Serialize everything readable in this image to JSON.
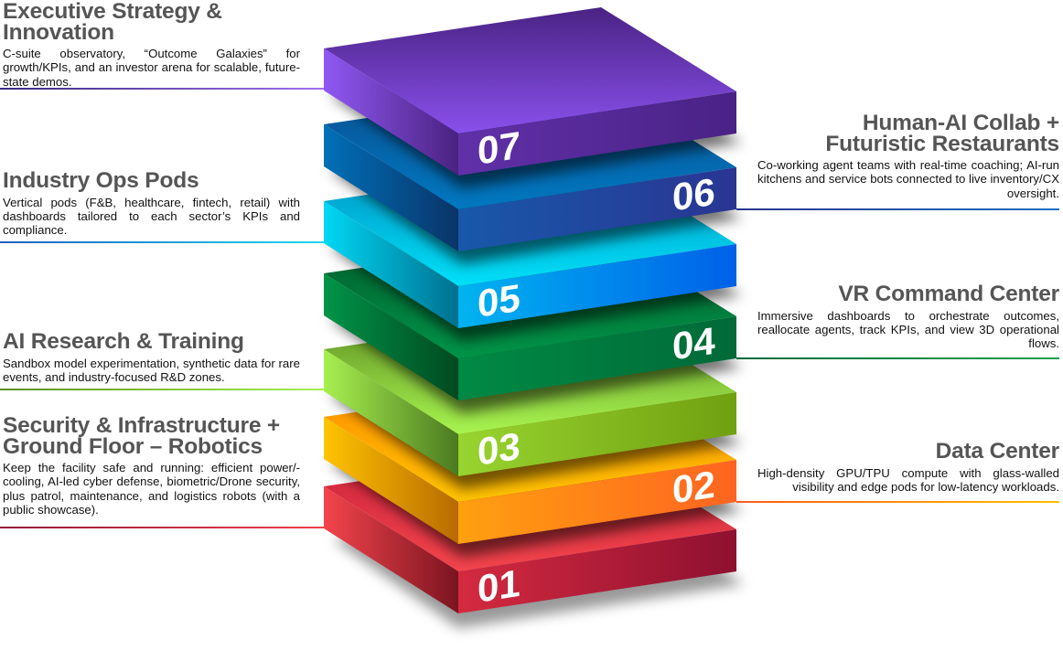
{
  "layers": [
    {
      "number": "01",
      "title": "Security & Infrastructure + Ground Floor – Robotics",
      "description": "Keep the facility safe and running: efficient power/-cooling, AI-led cyber defense, biometric/Drone security, plus patrol, maintenance, and logistics robots (with a public showcase).",
      "color": "#e8323f"
    },
    {
      "number": "02",
      "title": "Data Center",
      "description": "High-density GPU/TPU compute with glass-walled visibility and edge pods for low-latency workloads.",
      "color": "#ff8a10"
    },
    {
      "number": "03",
      "title": "AI Research & Training",
      "description": "Sandbox model experimentation, synthetic data for rare events, and industry-focused R&D zones.",
      "color": "#8cd030"
    },
    {
      "number": "04",
      "title": "VR Command Center",
      "description": "Immersive dashboards to orchestrate outcomes, reallocate agents, track KPIs, and view 3D operational flows.",
      "color": "#00843f"
    },
    {
      "number": "05",
      "title": "Industry Ops Pods",
      "description": "Vertical pods (F&B, healthcare, fintech, retail) with dashboards tailored to each sector’s KPIs and compliance.",
      "color": "#00a8f0"
    },
    {
      "number": "06",
      "title": "Human-AI Collab + Futuristic Restaurants",
      "description": "Co-working agent teams with real-time coaching; AI-run kitchens and service bots connected to live inventory/CX oversight.",
      "color": "#1f4fa0"
    },
    {
      "number": "07",
      "title": "Executive Strategy & Innovation",
      "description": "C-suite observatory, “Outcome Galaxies” for growth/KPIs, and an investor arena for scalable, future-state demos.",
      "color": "#6a35c0"
    }
  ]
}
